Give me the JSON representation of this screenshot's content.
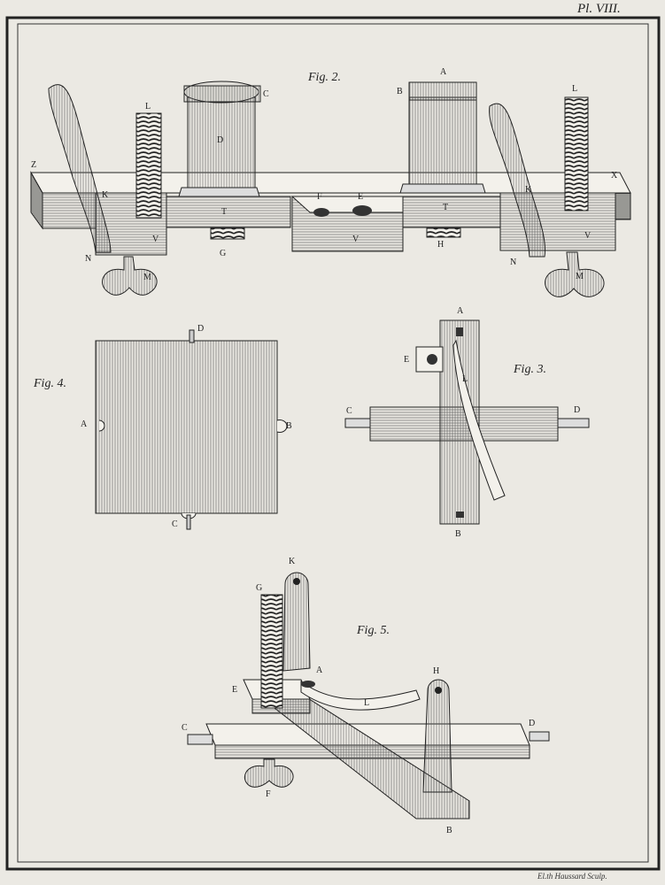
{
  "plate_number": "Pl. VIII.",
  "engraver": "El.th Haussard Sculp.",
  "figures": {
    "fig2": {
      "caption": "Fig. 2.",
      "labels": [
        "Z",
        "K",
        "N",
        "L",
        "V",
        "M",
        "D",
        "C",
        "T",
        "G",
        "F",
        "E",
        "V",
        "A",
        "B",
        "T",
        "H",
        "K",
        "N",
        "L",
        "V",
        "M",
        "X"
      ]
    },
    "fig3": {
      "caption": "Fig. 3.",
      "labels": [
        "A",
        "E",
        "L",
        "C",
        "D",
        "B"
      ]
    },
    "fig4": {
      "caption": "Fig. 4.",
      "labels": [
        "D",
        "A",
        "B",
        "C"
      ]
    },
    "fig5": {
      "caption": "Fig. 5.",
      "labels": [
        "K",
        "G",
        "A",
        "E",
        "L",
        "H",
        "C",
        "D",
        "F",
        "B"
      ]
    }
  },
  "colors": {
    "paper": "#ebe9e3",
    "ink": "#222222"
  }
}
